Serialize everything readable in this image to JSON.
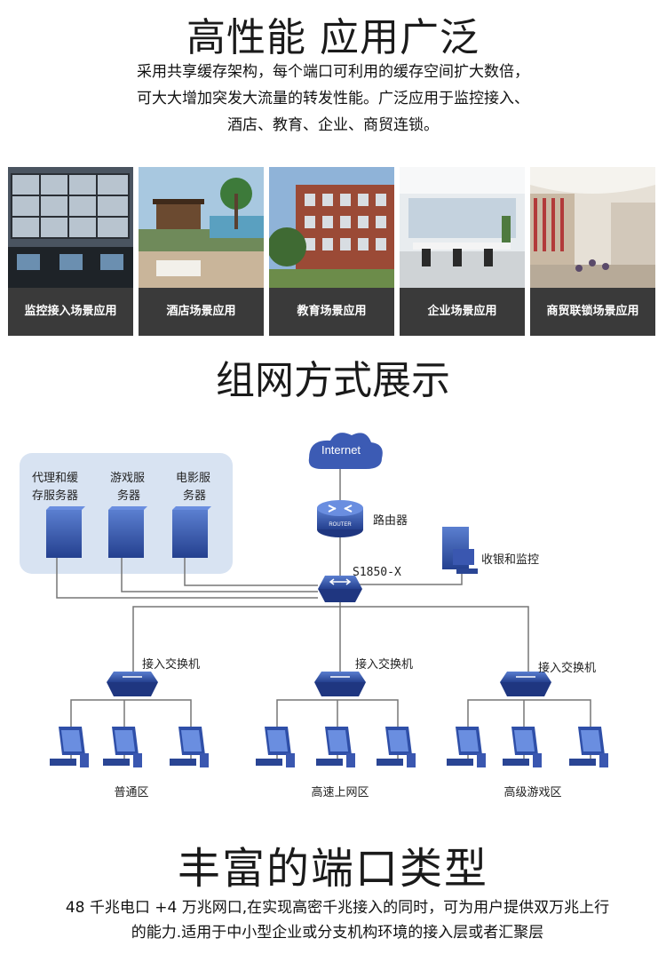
{
  "section1": {
    "title": "高性能 应用广泛",
    "intro_lines": [
      "采用共享缓存架构，每个端口可利用的缓存空间扩大数倍，",
      "可大大增加突发大流量的转发性能。广泛应用于监控接入、",
      "酒店、教育、企业、商贸连锁。"
    ],
    "scenes": [
      {
        "label": "监控接入场景应用",
        "image": "surveillance-video-wall"
      },
      {
        "label": "酒店场景应用",
        "image": "hotel-pool-terrace"
      },
      {
        "label": "教育场景应用",
        "image": "school-building"
      },
      {
        "label": "企业场景应用",
        "image": "office-interior"
      },
      {
        "label": "商贸联锁场景应用",
        "image": "shopping-mall"
      }
    ]
  },
  "section2": {
    "title": "组网方式展示",
    "diagram": {
      "internet": "Internet",
      "router_label": "路由器",
      "router_badge": "ROUTER",
      "core_switch": "S1850-X",
      "collect_label": "收银和监控",
      "servers": [
        {
          "lines": [
            "代理和缓",
            "存服务器"
          ]
        },
        {
          "lines": [
            "游戏服",
            "务器"
          ]
        },
        {
          "lines": [
            "电影服",
            "务器"
          ]
        }
      ],
      "access_label": "接入交换机",
      "zones": [
        "普通区",
        "高速上网区",
        "高级游戏区"
      ]
    }
  },
  "section3": {
    "title": "丰富的端口类型",
    "desc_lines": [
      "48 千兆电口 +4 万兆网口,在实现高密千兆接入的同时，可为用户提供双万兆上行",
      "的能力.适用于中小型企业或分支机构环境的接入层或者汇聚层"
    ]
  },
  "colors": {
    "device_blue": "#2f4fa8",
    "server_panel": "#d8e3f2",
    "caption_bg": "#3a3a3a"
  }
}
